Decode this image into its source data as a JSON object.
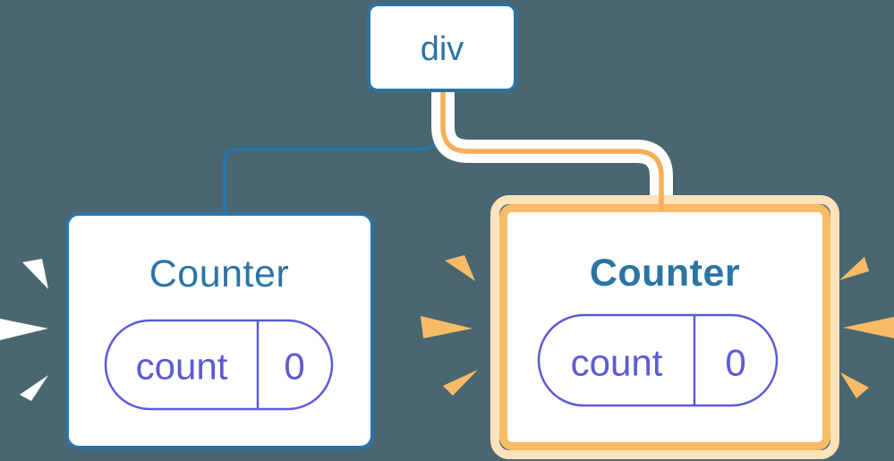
{
  "colors": {
    "bg": "#4a6671",
    "blue": "#2c74a4",
    "indigo": "#5b5bd6",
    "orange": "#f6ae58",
    "orange_border": "#f9bc66",
    "cream": "#fce3bc",
    "white": "#ffffff"
  },
  "tree": {
    "root": {
      "label": "div"
    },
    "children": [
      {
        "title": "Counter",
        "state": {
          "key": "count",
          "value": "0"
        },
        "highlighted": false,
        "burst_icon": "burst-marks-white"
      },
      {
        "title": "Counter",
        "state": {
          "key": "count",
          "value": "0"
        },
        "highlighted": true,
        "burst_icon": "burst-marks-orange"
      }
    ]
  }
}
